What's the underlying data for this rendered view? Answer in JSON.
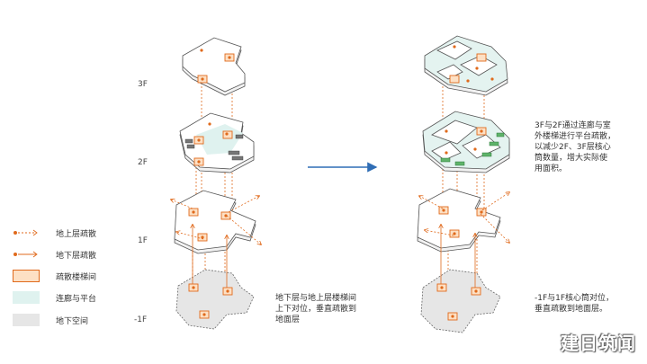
{
  "floor_labels": {
    "f3": "3F",
    "f2": "2F",
    "f1": "1F",
    "b1": "-1F"
  },
  "legend": [
    {
      "text": "地上层疏散",
      "icon": "dashed-arrow-icon"
    },
    {
      "text": "地下层疏散",
      "icon": "solid-arrow-icon"
    },
    {
      "text": "疏散楼梯间",
      "icon": "stair-core-swatch"
    },
    {
      "text": "连廊与平台",
      "icon": "platform-swatch"
    },
    {
      "text": "地下空间",
      "icon": "underground-swatch"
    }
  ],
  "notes": {
    "left_bottom": [
      "地下层与地上层楼梯间",
      "上下对位，垂直疏散到",
      "地面层"
    ],
    "right_top": [
      "3F与2F通过连廊与室",
      "外楼梯进行平台疏散，",
      "以减少2F、3F层核心",
      "筒数量，增大实际使",
      "用面积。"
    ],
    "right_bottom": [
      "-1F与1F核心筒对位，",
      "垂直疏散到地面层。"
    ]
  },
  "watermark": "建日筑闻",
  "colors": {
    "orange": "#e06a1c",
    "core_fill": "#fde0c4",
    "teal": "#dff2ef",
    "underground": "#e6e6e6",
    "arrow_blue": "#2f6db5",
    "stair_green": "#5fb36a"
  }
}
